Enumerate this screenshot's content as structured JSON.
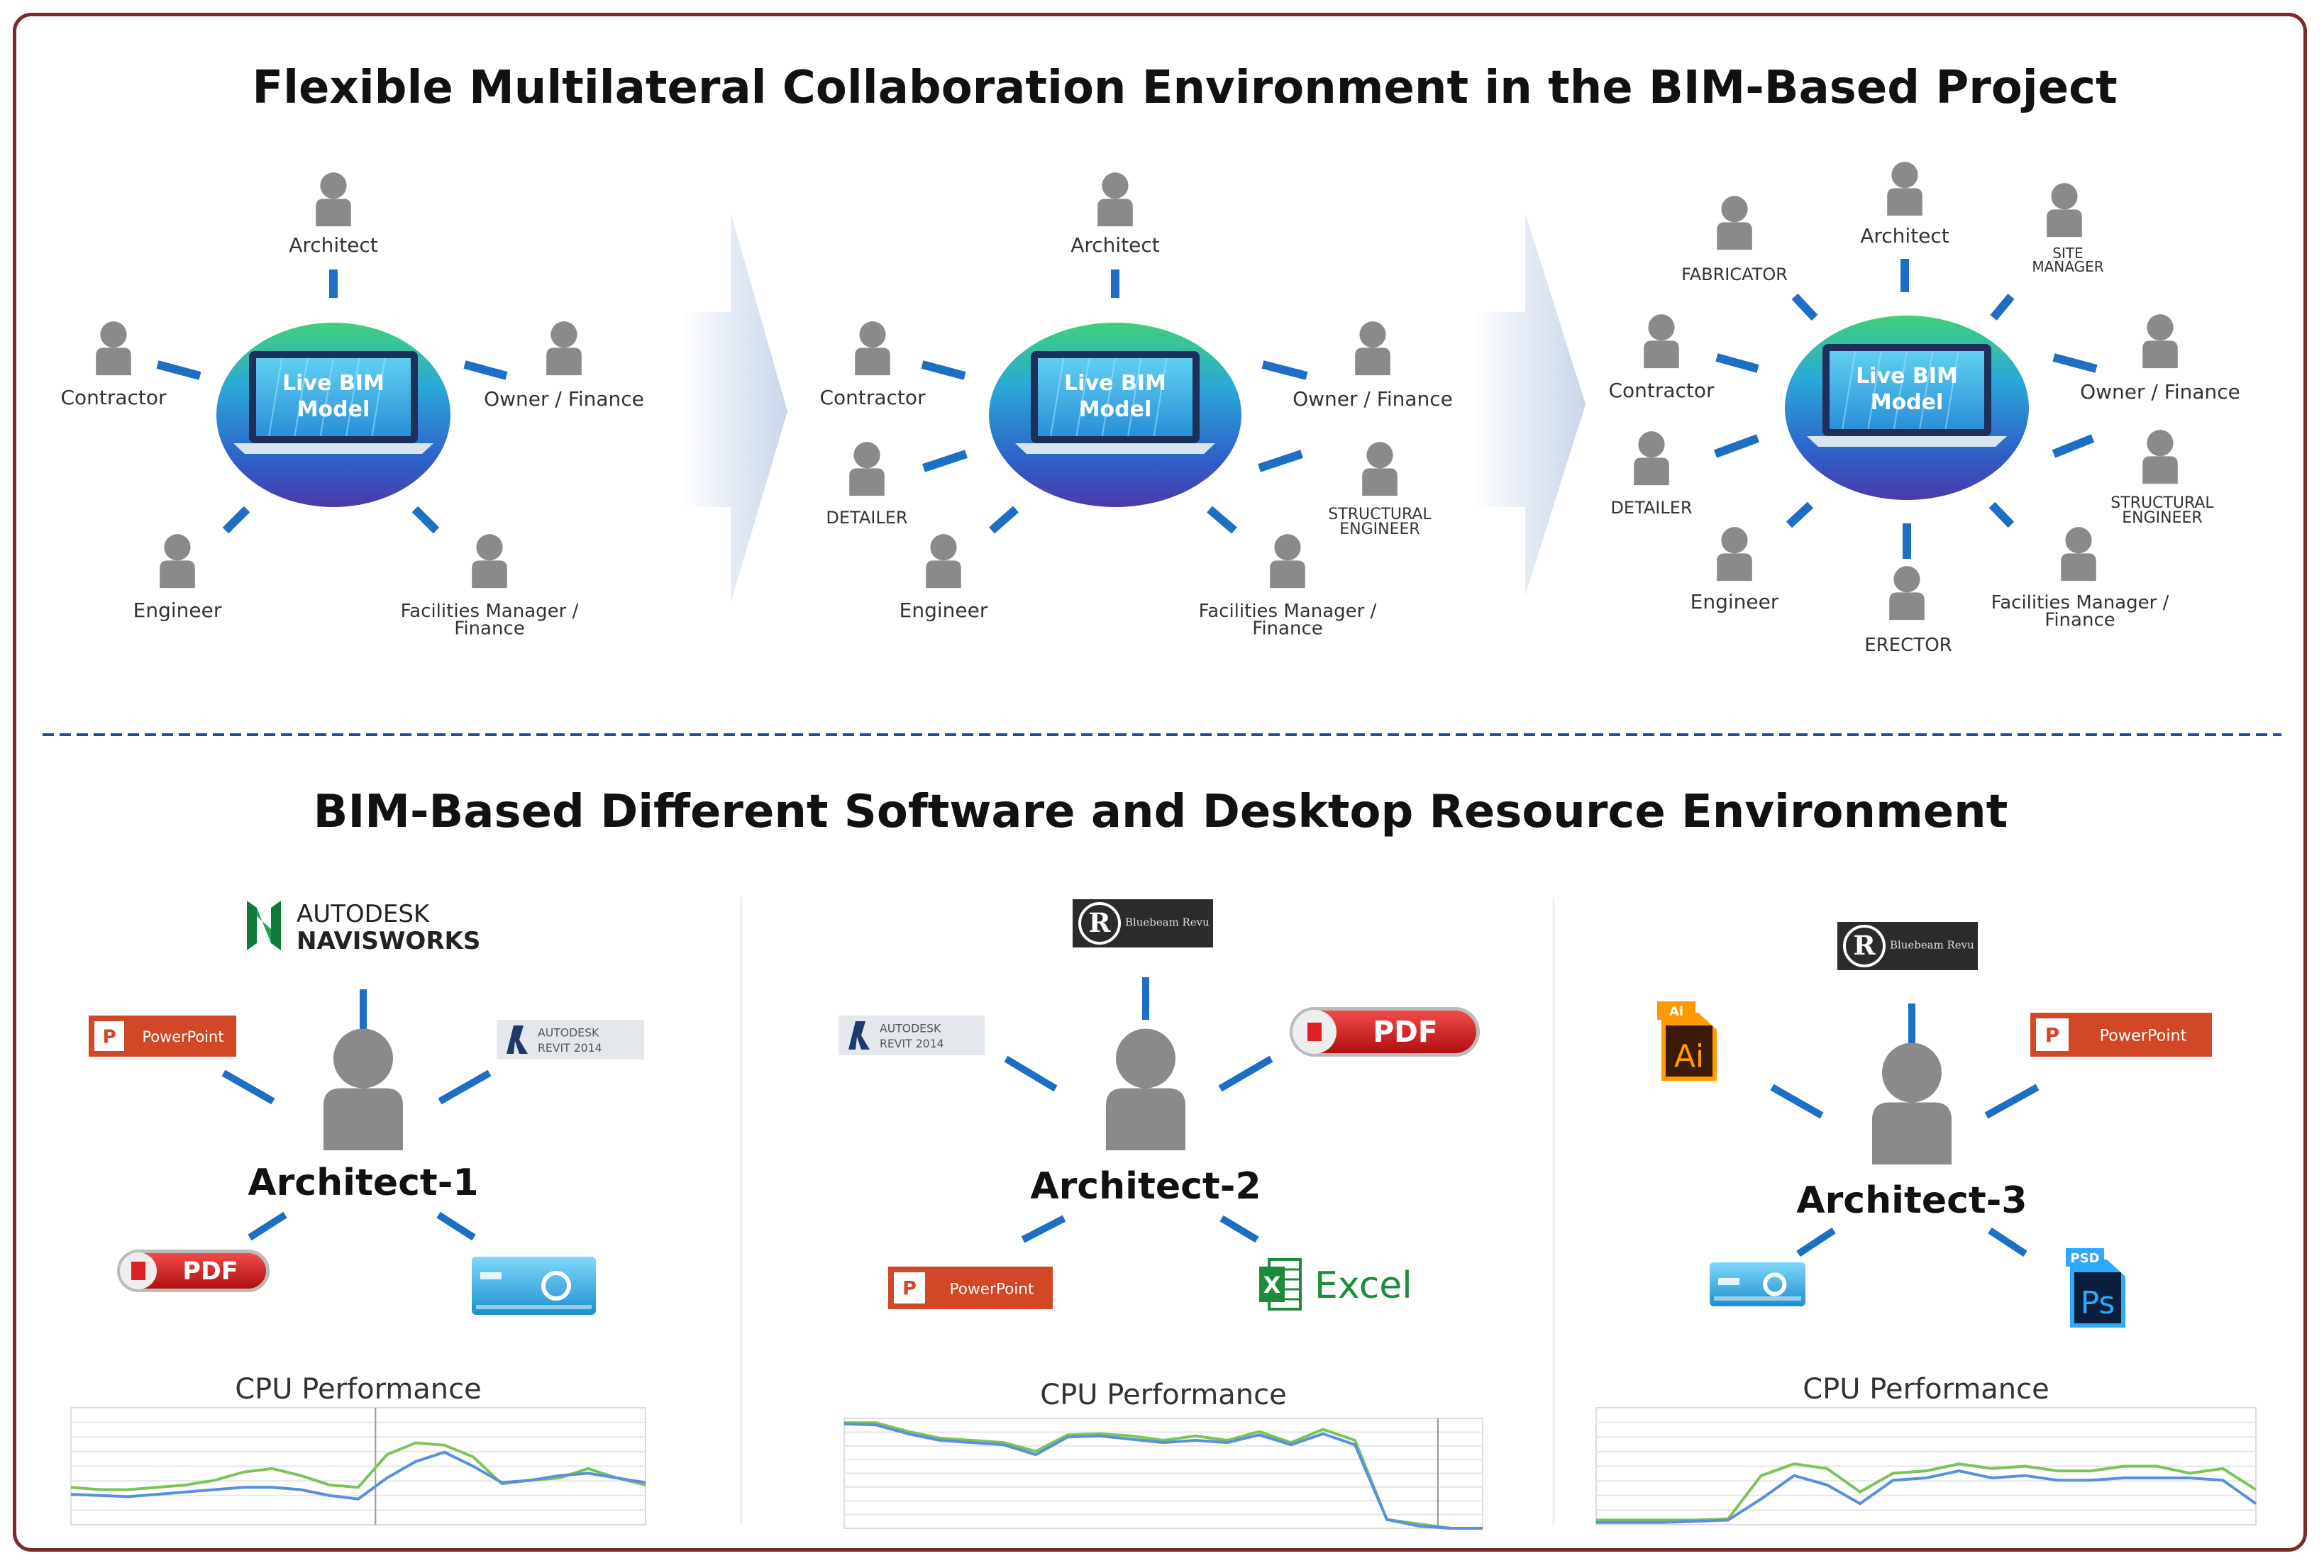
{
  "top_section": {
    "title": "Flexible Multilateral Collaboration Environment in the BIM-Based Project",
    "hub_label": [
      "Live BIM",
      "Model"
    ],
    "diagrams": [
      {
        "roles": [
          "Architect",
          "Contractor",
          "Owner / Finance",
          "Engineer",
          "Facilities Manager / Finance"
        ]
      },
      {
        "roles": [
          "Architect",
          "Contractor",
          "Owner / Finance",
          "DETAILER",
          "STRUCTURAL ENGINEER",
          "Engineer",
          "Facilities Manager / Finance"
        ]
      },
      {
        "roles": [
          "Architect",
          "FABRICATOR",
          "SITE MANAGER",
          "Contractor",
          "Owner / Finance",
          "DETAILER",
          "STRUCTURAL ENGINEER",
          "Engineer",
          "Facilities Manager / Finance",
          "ERECTOR"
        ]
      }
    ]
  },
  "bottom_section": {
    "title": "BIM-Based Different Software and Desktop Resource Environment",
    "cpu_label": "CPU Performance",
    "software": {
      "navisworks": [
        "AUTODESK",
        "NAVISWORKS"
      ],
      "revit": [
        "AUTODESK",
        "REVIT 2014"
      ],
      "powerpoint": "PowerPoint",
      "pdf": "PDF",
      "excel": "Excel",
      "bluebeam": "Bluebeam Revu",
      "ai": "Ai",
      "ps": "Ps",
      "psd": "PSD"
    },
    "architects": [
      {
        "name": "Architect-1",
        "tools": [
          "navisworks",
          "powerpoint",
          "revit",
          "pdf",
          "hangul"
        ]
      },
      {
        "name": "Architect-2",
        "tools": [
          "bluebeam",
          "revit",
          "pdf",
          "powerpoint",
          "excel"
        ]
      },
      {
        "name": "Architect-3",
        "tools": [
          "bluebeam",
          "illustrator",
          "powerpoint",
          "hangul",
          "photoshop"
        ]
      }
    ]
  },
  "colors": {
    "connector": "#1c6fc4",
    "person": "#8a8a8a",
    "divider": "#1f4f9a",
    "frame": "#7a2a2a",
    "cpu_line_green": "#7cc45a",
    "cpu_line_blue": "#5a8fe0",
    "office_red": "#d24726",
    "excel_green": "#1e8a3c"
  }
}
